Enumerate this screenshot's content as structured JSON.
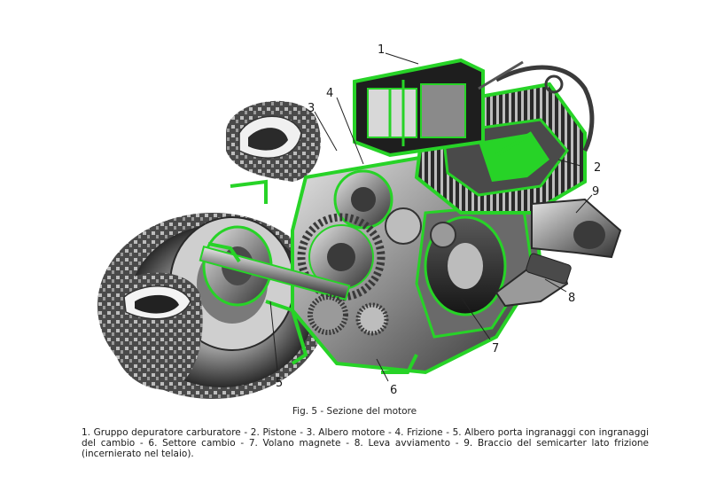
{
  "figure": {
    "caption": "Fig. 5 - Sezione del motore",
    "legend": "1. Gruppo depuratore carburatore - 2. Pistone - 3. Albero motore - 4. Frizione - 5. Albero porta ingranaggi con ingranaggi del cambio - 6. Settore cambio - 7. Volano magnete - 8. Leva avviamento - 9. Braccio del semicarter lato frizione (incernierato nel telaio).",
    "callouts": [
      "1",
      "2",
      "3",
      "4",
      "5",
      "6",
      "7",
      "8",
      "9"
    ]
  },
  "colors": {
    "highlight": "#27d327",
    "ink": "#1a1a1a",
    "metal_dark": "#3a3a3a",
    "metal_mid": "#8a8a8a",
    "metal_light": "#d8d8d8"
  }
}
